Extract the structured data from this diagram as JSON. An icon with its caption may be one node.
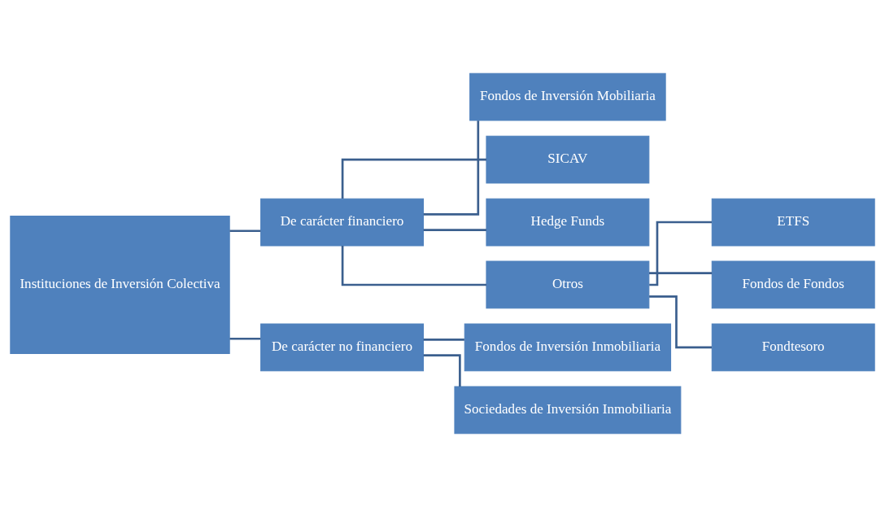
{
  "diagram": {
    "nodes": [
      {
        "text": [
          "Instituciones de Inversión Colectiva"
        ]
      },
      {
        "text": [
          "De carácter financiero"
        ]
      },
      {
        "text": [
          "De carácter no financiero"
        ]
      },
      {
        "text": [
          "Fondos de Inversión Mobiliaria"
        ]
      },
      {
        "text": [
          "SICAV"
        ]
      },
      {
        "text": [
          "Hedge Funds"
        ]
      },
      {
        "text": [
          "Otros"
        ]
      },
      {
        "text": [
          "ETFS"
        ]
      },
      {
        "text": [
          "Fondos de Fondos"
        ]
      },
      {
        "text": [
          "Fondtesoro"
        ]
      },
      {
        "text": [
          "Fondos de Inversión Inmobiliaria"
        ]
      },
      {
        "text": [
          "Sociedades de Inversión Inmobiliaria"
        ]
      }
    ],
    "edges": [
      {
        "from": 0,
        "to": 1,
        "arrow": "none"
      },
      {
        "from": 0,
        "to": 2,
        "arrow": "none"
      },
      {
        "from": 1,
        "to": 3,
        "arrow": "none"
      },
      {
        "from": 1,
        "to": 4,
        "arrow": "none"
      },
      {
        "from": 1,
        "to": 5,
        "arrow": "none"
      },
      {
        "from": 1,
        "to": 6,
        "arrow": "none"
      },
      {
        "from": 6,
        "to": 7,
        "arrow": "none"
      },
      {
        "from": 6,
        "to": 8,
        "arrow": "none"
      },
      {
        "from": 6,
        "to": 9,
        "arrow": "none"
      },
      {
        "from": 2,
        "to": 10,
        "arrow": "none"
      },
      {
        "from": 2,
        "to": 11,
        "arrow": "none"
      }
    ]
  }
}
